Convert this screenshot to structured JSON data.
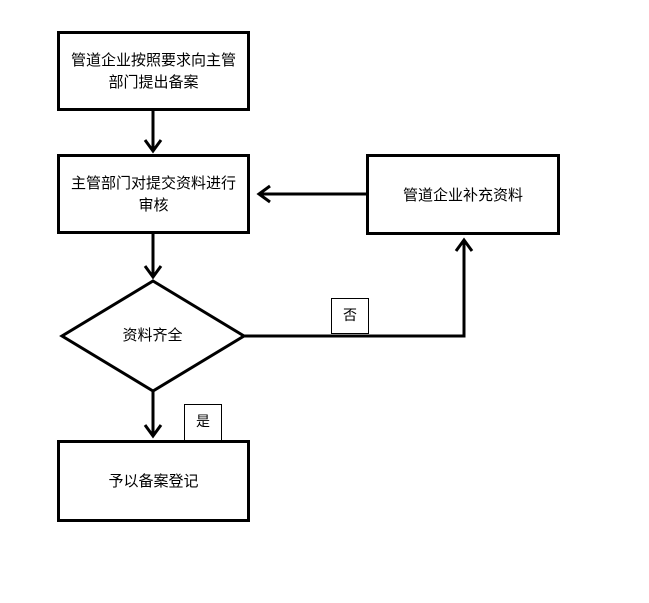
{
  "flowchart": {
    "nodes": {
      "filing_request": "管道企业按照要求向主管部门提出备案",
      "review": "主管部门对提交资料进行审核",
      "supplement": "管道企业补充资料",
      "decision": "资料齐全",
      "register": "予以备案登记"
    },
    "edge_labels": {
      "no": "否",
      "yes": "是"
    }
  }
}
